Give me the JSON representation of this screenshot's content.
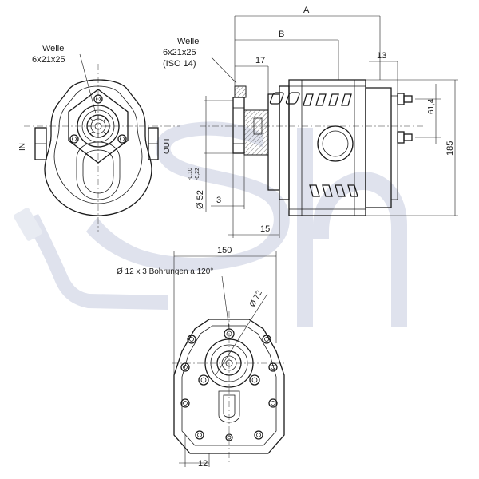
{
  "colors": {
    "watermark": "#c5cbdf",
    "line": "#1a1a1a",
    "hatch": "#555555"
  },
  "front_view": {
    "shaft_label_line1": "Welle",
    "shaft_label_line2": "6x21x25",
    "in_label": "IN",
    "out_label": "OUT"
  },
  "side_view": {
    "shaft_label_line1": "Welle",
    "shaft_label_line2": "6x21x25",
    "shaft_label_line3": "(ISO 14)",
    "dim_a": "A",
    "dim_b": "B",
    "dim_17": "17",
    "dim_13": "13",
    "dim_61_4": "61,4",
    "dim_185": "185",
    "dim_d52": "Ø 52",
    "tol_upper": "-0,10",
    "tol_lower": "-0,22",
    "dim_3": "3",
    "dim_15": "15"
  },
  "flange_view": {
    "dim_150": "150",
    "bore_note": "Ø  12  x 3 Bohrungen a 120°",
    "dim_d72": "Ø 72",
    "dim_12": "12"
  }
}
